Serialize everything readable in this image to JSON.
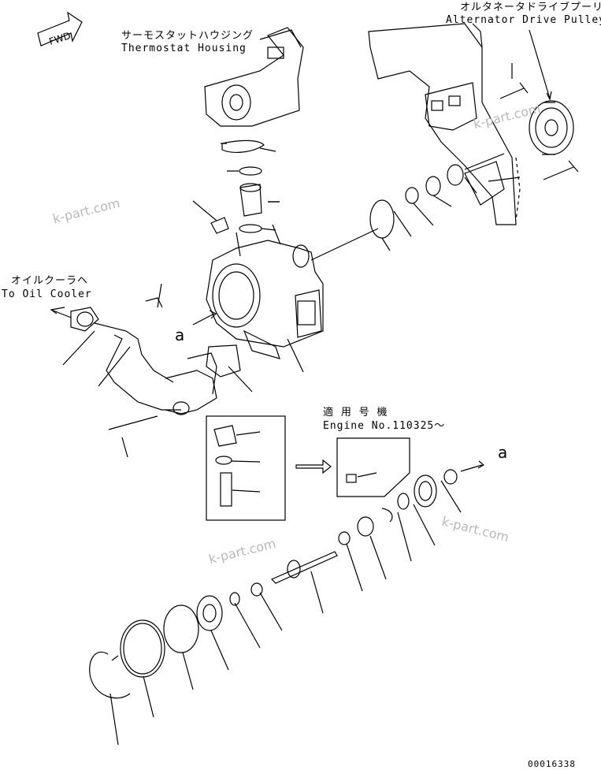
{
  "labels": {
    "thermostat_jp": "サーモスタットハウジング",
    "thermostat_en": "Thermostat Housing",
    "alternator_jp": "オルタネータドライブプーリ",
    "alternator_en": "Alternator Drive Pulley",
    "oilcooler_jp": "オイルクーラヘ",
    "oilcooler_en": "To Oil Cooler",
    "engine_jp": "適 用 号 機",
    "engine_en": "Engine No.110325～",
    "fwd": "FWD",
    "mark_a1": "a",
    "mark_a2": "a",
    "drawing_no": "00016338"
  },
  "watermarks": [
    "k-part.com",
    "k-part.com",
    "k-part.com",
    "k-part.com"
  ]
}
